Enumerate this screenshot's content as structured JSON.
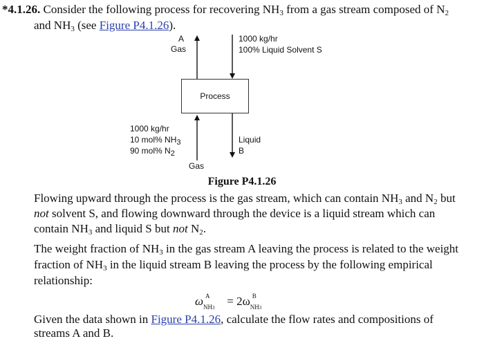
{
  "problem": {
    "number": "*4.1.26.",
    "line1": "Consider the following process for recovering NH",
    "line1_sub": "3",
    "line1_b": "from a gas stream composed of N",
    "line1_sub2": "2",
    "line2_a": "and NH",
    "line2_sub": "3",
    "line2_b": "(see",
    "line2_link": "Figure P4.1.26",
    "line2_c": ")."
  },
  "diagram": {
    "top_left_label1": "A",
    "top_left_label2": "Gas",
    "top_right_label1": "1000 kg/hr",
    "top_right_label2": "100% Liquid Solvent S",
    "box_label": "Process",
    "bottom_left_label1": "1000 kg/hr",
    "bottom_left_label2a": "10 mol% NH",
    "bottom_left_label2_sub": "3",
    "bottom_left_label3a": "90 mol% N",
    "bottom_left_label3_sub": "2",
    "bottom_left_label4": "Gas",
    "bottom_right_label1": "Liquid",
    "bottom_right_label2": "B",
    "caption": "Figure P4.1.26"
  },
  "para1": {
    "l1a": "Flowing upward through the process is the gas stream, which can contain NH",
    "l1s": "3",
    "l1b": " and N",
    "l1s2": "2",
    "l1c": " but",
    "l2a": "not",
    "l2b": " solvent S, and flowing downward through the device is a liquid stream which can",
    "l3a": "contain NH",
    "l3s": "3",
    "l3b": " and liquid S but ",
    "l3c": "not",
    "l3d": " N",
    "l3s2": "2",
    "l3e": "."
  },
  "para2": {
    "l1a": "The weight fraction of NH",
    "l1s": "3",
    "l1b": " in the gas stream A leaving the process is related to the weight",
    "l2a": "fraction of NH",
    "l2s": "3",
    "l2b": " in the liquid stream B leaving the process by the following empirical",
    "l3": "relationship:"
  },
  "equation": {
    "omega": "ω",
    "sup_a": "A",
    "sub_a": "NH",
    "sub_a3": "3",
    "equals": " = 2ω",
    "sup_b": "B",
    "sub_b": "NH",
    "sub_b3": "3"
  },
  "para3": {
    "l1a": "Given the data shown in ",
    "l1_link": "Figure P4.1.26",
    "l1b": ", calculate the flow rates and compositions of",
    "l2": "streams A and B."
  }
}
